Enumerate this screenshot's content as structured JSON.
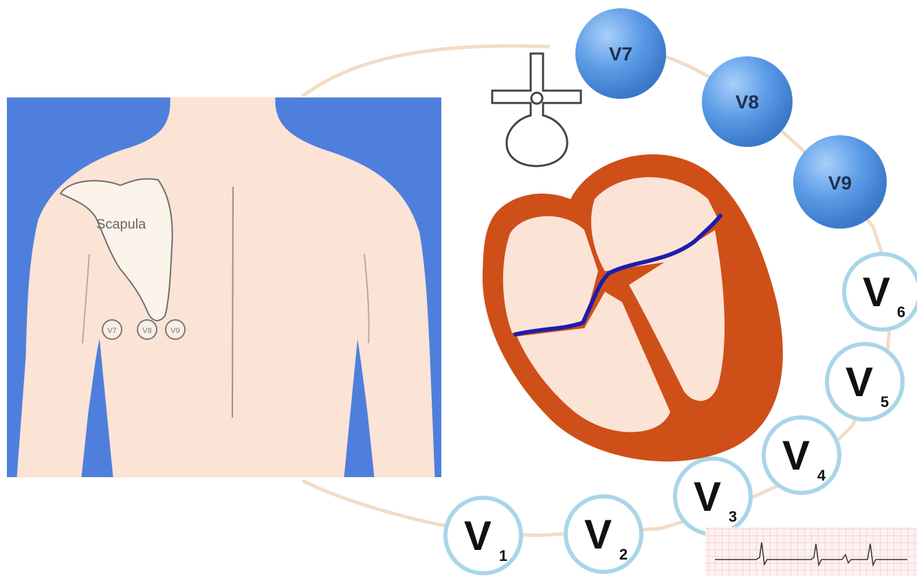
{
  "labels": {
    "scapula": "Scapula"
  },
  "anterior_leads": [
    {
      "id": "v1",
      "letter": "V",
      "sub": "1"
    },
    {
      "id": "v2",
      "letter": "V",
      "sub": "2"
    },
    {
      "id": "v3",
      "letter": "V",
      "sub": "3"
    },
    {
      "id": "v4",
      "letter": "V",
      "sub": "4"
    },
    {
      "id": "v5",
      "letter": "V",
      "sub": "5"
    },
    {
      "id": "v6",
      "letter": "V",
      "sub": "6"
    }
  ],
  "posterior_leads": [
    {
      "id": "v7",
      "label": "V7"
    },
    {
      "id": "v8",
      "label": "V8"
    },
    {
      "id": "v9",
      "label": "V9"
    }
  ],
  "back_electrodes": [
    "V7",
    "V8",
    "V9"
  ],
  "colors": {
    "background_blue": "#4f7fdc",
    "skin": "#fbe3d6",
    "heart_wall": "#cf4f18",
    "conduction": "#1d1dab",
    "anterior_ring": "#a9d6e8",
    "posterior_fill": "#5b9be6",
    "arc": "#f3dcc4",
    "ecg_grid": "#f0bcbc"
  }
}
